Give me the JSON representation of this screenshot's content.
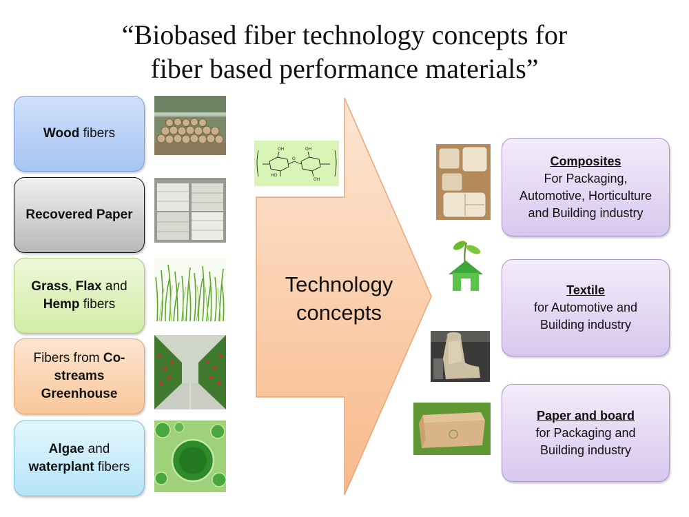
{
  "title": {
    "line1": "“Biobased fiber technology concepts for",
    "line2": "fiber based performance materials”"
  },
  "sources": [
    {
      "bold1": "Wood",
      "text1": " fibers"
    },
    {
      "bold1": "Recovered Paper"
    },
    {
      "bold1": "Grass",
      "text1": ", ",
      "bold2": "Flax",
      "text2": " and ",
      "bold3": "Hemp",
      "text3": " fibers"
    },
    {
      "text1": "Fibers from ",
      "bold1": "Co-streams Greenhouse"
    },
    {
      "bold1": "Algae",
      "text1": " and ",
      "bold2": "waterplant",
      "text2": " fibers"
    }
  ],
  "center": {
    "line1": "Technology",
    "line2": "concepts"
  },
  "molecule_labels": {
    "oh": "OH",
    "ho": "HO",
    "o": "O"
  },
  "outputs": [
    {
      "heading": "Composites",
      "line1": "For Packaging,",
      "line2": "Automotive, Horticulture",
      "line3": "and Building industry"
    },
    {
      "heading": "Textile",
      "line1": "for Automotive and",
      "line2": "Building industry"
    },
    {
      "heading": "Paper and board",
      "line1": "for Packaging and",
      "line2": "Building industry"
    }
  ],
  "icons": [
    "wood-logs-photo",
    "paper-bales-photo",
    "grass-photo",
    "greenhouse-photo",
    "algae-photo",
    "cellulose-molecule-icon",
    "fiber-trays-photo",
    "green-house-sprout-icon",
    "car-seat-photo",
    "cardboard-box-photo"
  ],
  "colors": {
    "arrow_light": "#fde6d3",
    "arrow_dark": "#f8b98a",
    "wood_box": "#b9d1f6",
    "paper_box": "#d0d0d0",
    "grass_box": "#dff0bf",
    "greenhouse_box": "#fbd4b2",
    "algae_box": "#cbeefa",
    "output_box": "#e2d6f2"
  }
}
